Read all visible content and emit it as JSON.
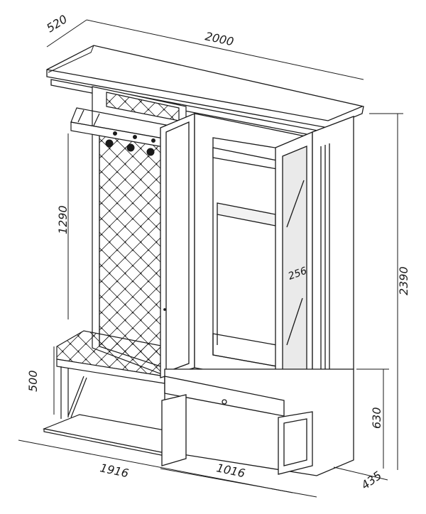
{
  "drawing": {
    "dimensions": {
      "depth": "520",
      "width": "2000",
      "height": "2390",
      "hook_panel_height": "1290",
      "bench_height": "500",
      "base_width": "1916",
      "wardrobe_width": "1016",
      "lower_cabinet_height": "630",
      "lower_depth": "435",
      "mirror_width": "256"
    },
    "colors": {
      "line": "#1a1a1a",
      "paper": "#ffffff",
      "shade": "#f2f2f2",
      "mirror": "#eaeaea"
    }
  }
}
